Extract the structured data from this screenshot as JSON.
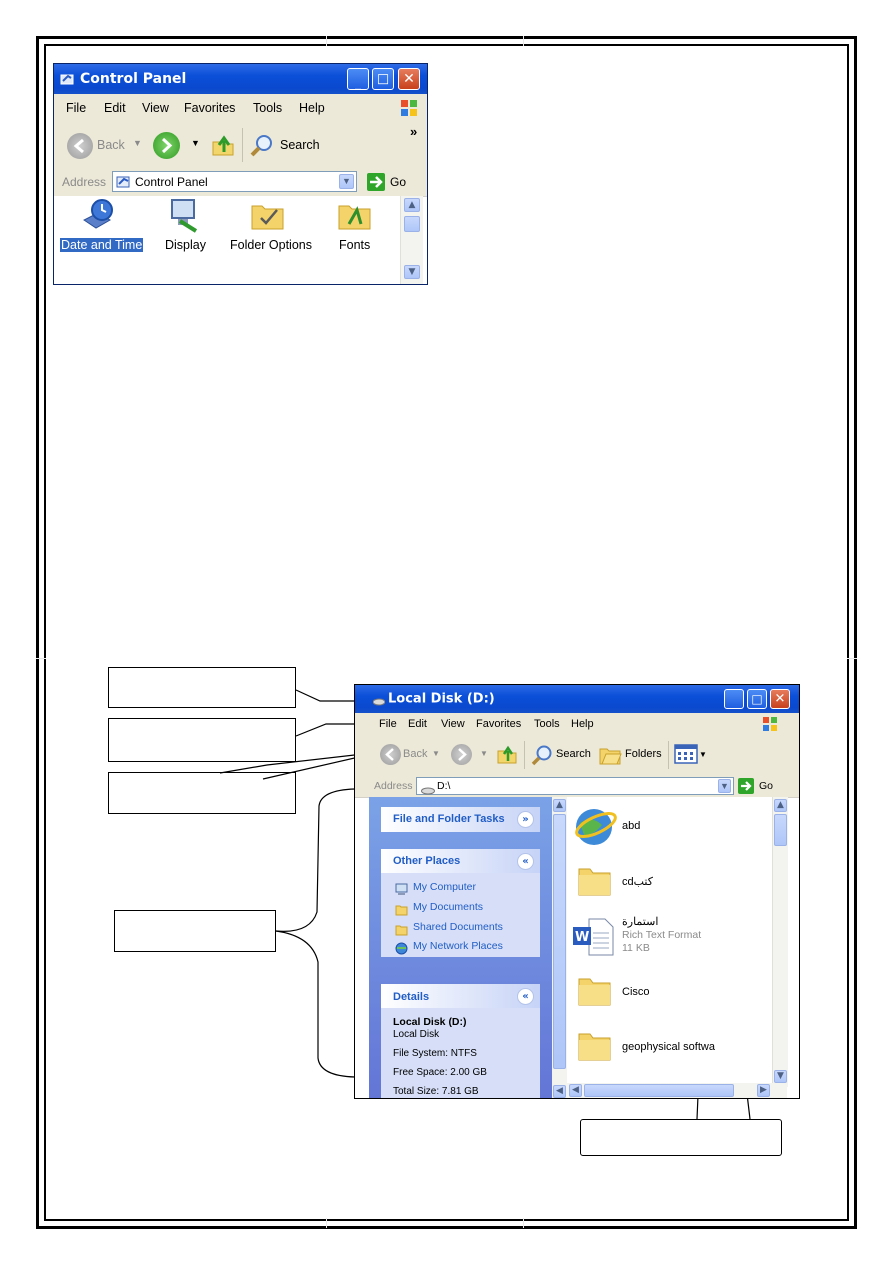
{
  "window1": {
    "title": "Control Panel",
    "menu": [
      "File",
      "Edit",
      "View",
      "Favorites",
      "Tools",
      "Help"
    ],
    "toolbar": {
      "back": "Back",
      "search": "Search",
      "chevrons": "»"
    },
    "address": {
      "label": "Address",
      "value": "Control Panel",
      "go": "Go"
    },
    "icons": [
      {
        "label": "Date and Time",
        "icon": "date-time-icon"
      },
      {
        "label": "Display",
        "icon": "display-icon"
      },
      {
        "label": "Folder Options",
        "icon": "folder-options-icon"
      },
      {
        "label": "Fonts",
        "icon": "fonts-folder-icon"
      }
    ]
  },
  "window2": {
    "title": "Local Disk (D:)",
    "menu": [
      "File",
      "Edit",
      "View",
      "Favorites",
      "Tools",
      "Help"
    ],
    "toolbar": {
      "back": "Back",
      "search": "Search",
      "folders": "Folders"
    },
    "address": {
      "label": "Address",
      "value": "D:\\",
      "go": "Go"
    },
    "tasks": {
      "file_folder_tasks": "File and Folder Tasks",
      "other_places": "Other Places",
      "places": [
        "My Computer",
        "My Documents",
        "Shared Documents",
        "My Network Places"
      ],
      "details": "Details",
      "details_name": "Local Disk (D:)",
      "details_type": "Local Disk",
      "file_system": "File System: NTFS",
      "free_space": "Free Space: 2.00 GB",
      "total_size": "Total Size: 7.81 GB"
    },
    "files": [
      {
        "name": "abd",
        "icon": "ie-globe-icon"
      },
      {
        "name": "cdكتب",
        "icon": "folder-icon"
      },
      {
        "name": "استمارة",
        "detail1": "Rich Text Format",
        "detail2": "11 KB",
        "icon": "word-document-icon"
      },
      {
        "name": "Cisco",
        "icon": "folder-icon"
      },
      {
        "name": "geophysical softwa",
        "icon": "folder-icon"
      }
    ]
  },
  "colors": {
    "xp_blue": "#0a49cf",
    "xp_gray": "#ece9d8",
    "task_blue": "#6f8ee0",
    "link_blue": "#215dc6",
    "close_red": "#c8401c"
  }
}
